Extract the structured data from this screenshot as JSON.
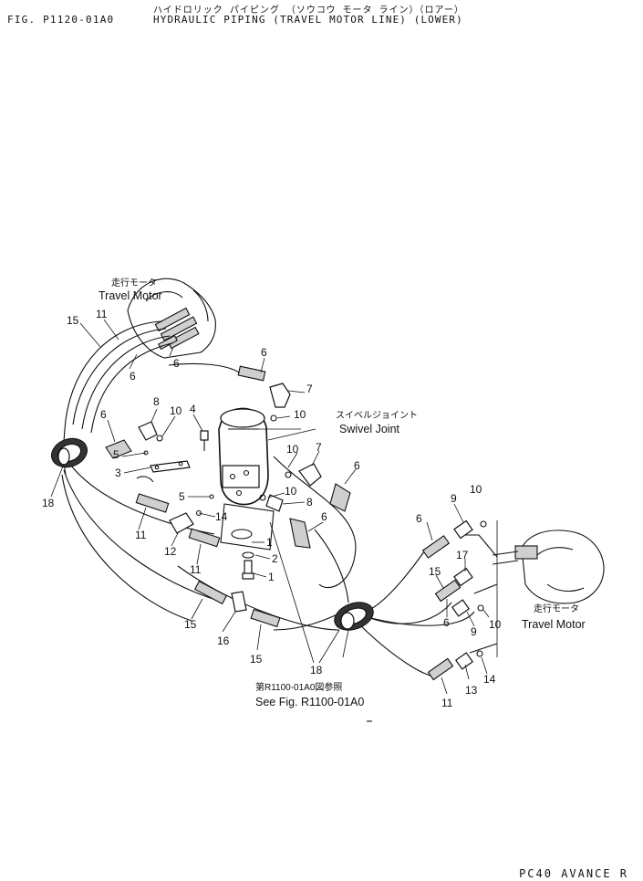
{
  "header": {
    "title_jp": "ハイドロリック パイピング （ソウコウ モータ ライン）（ロアー）",
    "figure_no": "FIG. P1120-01A0",
    "title_en": "HYDRAULIC PIPING (TRAVEL MOTOR LINE) (LOWER)"
  },
  "footer": {
    "model": "PC40 AVANCE R"
  },
  "labels": {
    "travel_motor_left_jp": "走行モータ",
    "travel_motor_left_en": "Travel Motor",
    "travel_motor_right_jp": "走行モータ",
    "travel_motor_right_en": "Travel Motor",
    "swivel_joint_jp": "スイベルジョイント",
    "swivel_joint_en": "Swivel Joint",
    "see_fig_jp": "第R1100-01A0図参照",
    "see_fig_en": "See Fig. R1100-01A0"
  },
  "callouts": {
    "c15a": "15",
    "c11a": "11",
    "c6a": "6",
    "c6b": "6",
    "c6c": "6",
    "c7a": "7",
    "c10a": "10",
    "c8a": "8",
    "c10b": "10",
    "c4": "4",
    "c6d": "6",
    "c5a": "5",
    "c3": "3",
    "c10c": "10",
    "c7b": "7",
    "c6e": "6",
    "c18a": "18",
    "c5b": "5",
    "c10d": "10",
    "c8b": "8",
    "c14a": "14",
    "c6f": "6",
    "c11b": "11",
    "c12": "12",
    "c1a": "1",
    "c2": "2",
    "c1b": "1",
    "c11c": "11",
    "c9a": "9",
    "c10e": "10",
    "c6g": "6",
    "c17": "17",
    "c15b": "15",
    "c6h": "6",
    "c9b": "9",
    "c10f": "10",
    "c15c": "15",
    "c16": "16",
    "c15d": "15",
    "c18b": "18",
    "c14b": "14",
    "c13": "13",
    "c11d": "11"
  }
}
